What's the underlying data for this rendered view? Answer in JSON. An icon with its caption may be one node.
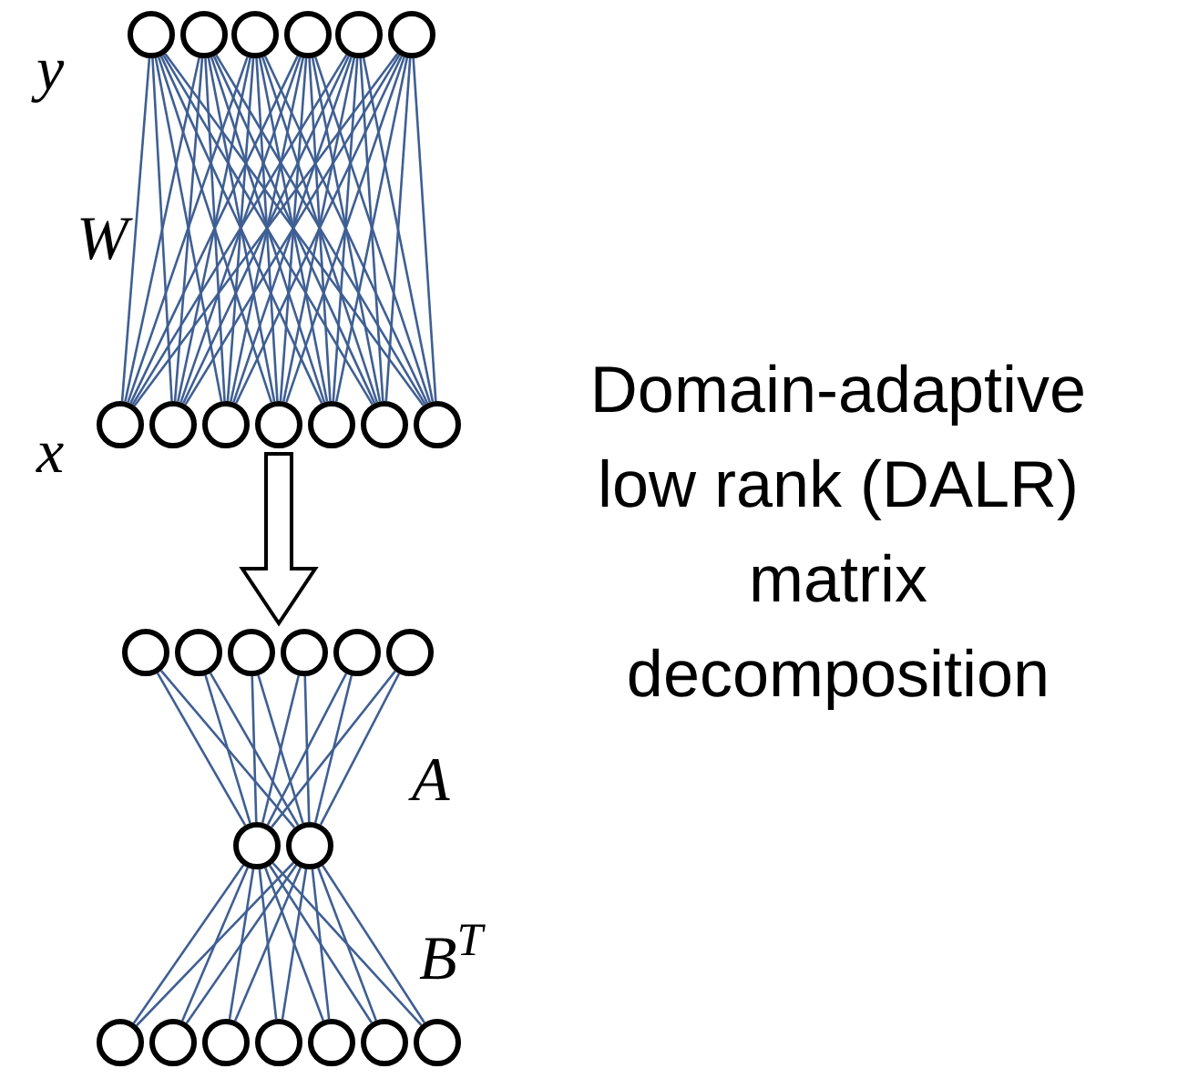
{
  "diagram": {
    "nodes": [
      {
        "text": [],
        "shape": "circle"
      },
      {
        "text": [],
        "shape": "circle"
      },
      {
        "text": [],
        "shape": "circle"
      },
      {
        "text": [],
        "shape": "circle"
      },
      {
        "text": [],
        "shape": "circle"
      },
      {
        "text": [],
        "shape": "circle"
      },
      {
        "text": [],
        "shape": "circle"
      },
      {
        "text": [],
        "shape": "circle"
      },
      {
        "text": [],
        "shape": "circle"
      },
      {
        "text": [],
        "shape": "circle"
      },
      {
        "text": [],
        "shape": "circle"
      },
      {
        "text": [],
        "shape": "circle"
      },
      {
        "text": [],
        "shape": "circle"
      },
      {
        "text": [],
        "shape": "circle"
      },
      {
        "text": [],
        "shape": "circle"
      },
      {
        "text": [],
        "shape": "circle"
      },
      {
        "text": [],
        "shape": "circle"
      },
      {
        "text": [],
        "shape": "circle"
      },
      {
        "text": [],
        "shape": "circle"
      },
      {
        "text": [],
        "shape": "circle"
      },
      {
        "text": [],
        "shape": "circle"
      },
      {
        "text": [],
        "shape": "circle"
      },
      {
        "text": [],
        "shape": "circle"
      },
      {
        "text": [],
        "shape": "circle"
      },
      {
        "text": [],
        "shape": "circle"
      },
      {
        "text": [],
        "shape": "circle"
      },
      {
        "text": [],
        "shape": "circle"
      },
      {
        "text": [],
        "shape": "circle"
      }
    ],
    "edges": [
      {
        "from": 6,
        "to": 0,
        "arrow": "none"
      },
      {
        "from": 7,
        "to": 0,
        "arrow": "none"
      },
      {
        "from": 8,
        "to": 0,
        "arrow": "none"
      },
      {
        "from": 9,
        "to": 0,
        "arrow": "none"
      },
      {
        "from": 10,
        "to": 0,
        "arrow": "none"
      },
      {
        "from": 11,
        "to": 0,
        "arrow": "none"
      },
      {
        "from": 12,
        "to": 0,
        "arrow": "none"
      },
      {
        "from": 6,
        "to": 1,
        "arrow": "none"
      },
      {
        "from": 7,
        "to": 1,
        "arrow": "none"
      },
      {
        "from": 8,
        "to": 1,
        "arrow": "none"
      },
      {
        "from": 9,
        "to": 1,
        "arrow": "none"
      },
      {
        "from": 10,
        "to": 1,
        "arrow": "none"
      },
      {
        "from": 11,
        "to": 1,
        "arrow": "none"
      },
      {
        "from": 12,
        "to": 1,
        "arrow": "none"
      },
      {
        "from": 6,
        "to": 2,
        "arrow": "none"
      },
      {
        "from": 7,
        "to": 2,
        "arrow": "none"
      },
      {
        "from": 8,
        "to": 2,
        "arrow": "none"
      },
      {
        "from": 9,
        "to": 2,
        "arrow": "none"
      },
      {
        "from": 10,
        "to": 2,
        "arrow": "none"
      },
      {
        "from": 11,
        "to": 2,
        "arrow": "none"
      },
      {
        "from": 12,
        "to": 2,
        "arrow": "none"
      },
      {
        "from": 6,
        "to": 3,
        "arrow": "none"
      },
      {
        "from": 7,
        "to": 3,
        "arrow": "none"
      },
      {
        "from": 8,
        "to": 3,
        "arrow": "none"
      },
      {
        "from": 9,
        "to": 3,
        "arrow": "none"
      },
      {
        "from": 10,
        "to": 3,
        "arrow": "none"
      },
      {
        "from": 11,
        "to": 3,
        "arrow": "none"
      },
      {
        "from": 12,
        "to": 3,
        "arrow": "none"
      },
      {
        "from": 6,
        "to": 4,
        "arrow": "none"
      },
      {
        "from": 7,
        "to": 4,
        "arrow": "none"
      },
      {
        "from": 8,
        "to": 4,
        "arrow": "none"
      },
      {
        "from": 9,
        "to": 4,
        "arrow": "none"
      },
      {
        "from": 10,
        "to": 4,
        "arrow": "none"
      },
      {
        "from": 11,
        "to": 4,
        "arrow": "none"
      },
      {
        "from": 12,
        "to": 4,
        "arrow": "none"
      },
      {
        "from": 6,
        "to": 5,
        "arrow": "none"
      },
      {
        "from": 7,
        "to": 5,
        "arrow": "none"
      },
      {
        "from": 8,
        "to": 5,
        "arrow": "none"
      },
      {
        "from": 9,
        "to": 5,
        "arrow": "none"
      },
      {
        "from": 10,
        "to": 5,
        "arrow": "none"
      },
      {
        "from": 11,
        "to": 5,
        "arrow": "none"
      },
      {
        "from": 12,
        "to": 5,
        "arrow": "none"
      },
      {
        "from": 19,
        "to": 13,
        "arrow": "none"
      },
      {
        "from": 19,
        "to": 14,
        "arrow": "none"
      },
      {
        "from": 19,
        "to": 15,
        "arrow": "none"
      },
      {
        "from": 19,
        "to": 16,
        "arrow": "none"
      },
      {
        "from": 19,
        "to": 17,
        "arrow": "none"
      },
      {
        "from": 19,
        "to": 18,
        "arrow": "none"
      },
      {
        "from": 20,
        "to": 13,
        "arrow": "none"
      },
      {
        "from": 20,
        "to": 14,
        "arrow": "none"
      },
      {
        "from": 20,
        "to": 15,
        "arrow": "none"
      },
      {
        "from": 20,
        "to": 16,
        "arrow": "none"
      },
      {
        "from": 20,
        "to": 17,
        "arrow": "none"
      },
      {
        "from": 20,
        "to": 18,
        "arrow": "none"
      },
      {
        "from": 21,
        "to": 19,
        "arrow": "none"
      },
      {
        "from": 22,
        "to": 19,
        "arrow": "none"
      },
      {
        "from": 23,
        "to": 19,
        "arrow": "none"
      },
      {
        "from": 24,
        "to": 19,
        "arrow": "none"
      },
      {
        "from": 25,
        "to": 19,
        "arrow": "none"
      },
      {
        "from": 26,
        "to": 19,
        "arrow": "none"
      },
      {
        "from": 27,
        "to": 19,
        "arrow": "none"
      },
      {
        "from": 21,
        "to": 20,
        "arrow": "none"
      },
      {
        "from": 22,
        "to": 20,
        "arrow": "none"
      },
      {
        "from": 23,
        "to": 20,
        "arrow": "none"
      },
      {
        "from": 24,
        "to": 20,
        "arrow": "none"
      },
      {
        "from": 25,
        "to": 20,
        "arrow": "none"
      },
      {
        "from": 26,
        "to": 20,
        "arrow": "none"
      },
      {
        "from": 27,
        "to": 20,
        "arrow": "none"
      },
      {
        "from": 9,
        "to": 16,
        "arrow": "to",
        "style": "thick"
      }
    ],
    "labels": [
      "y",
      "W",
      "x",
      "A",
      "B$^{T}$",
      "Domain-adaptive low rank (DALR) matrix decomposition"
    ]
  }
}
